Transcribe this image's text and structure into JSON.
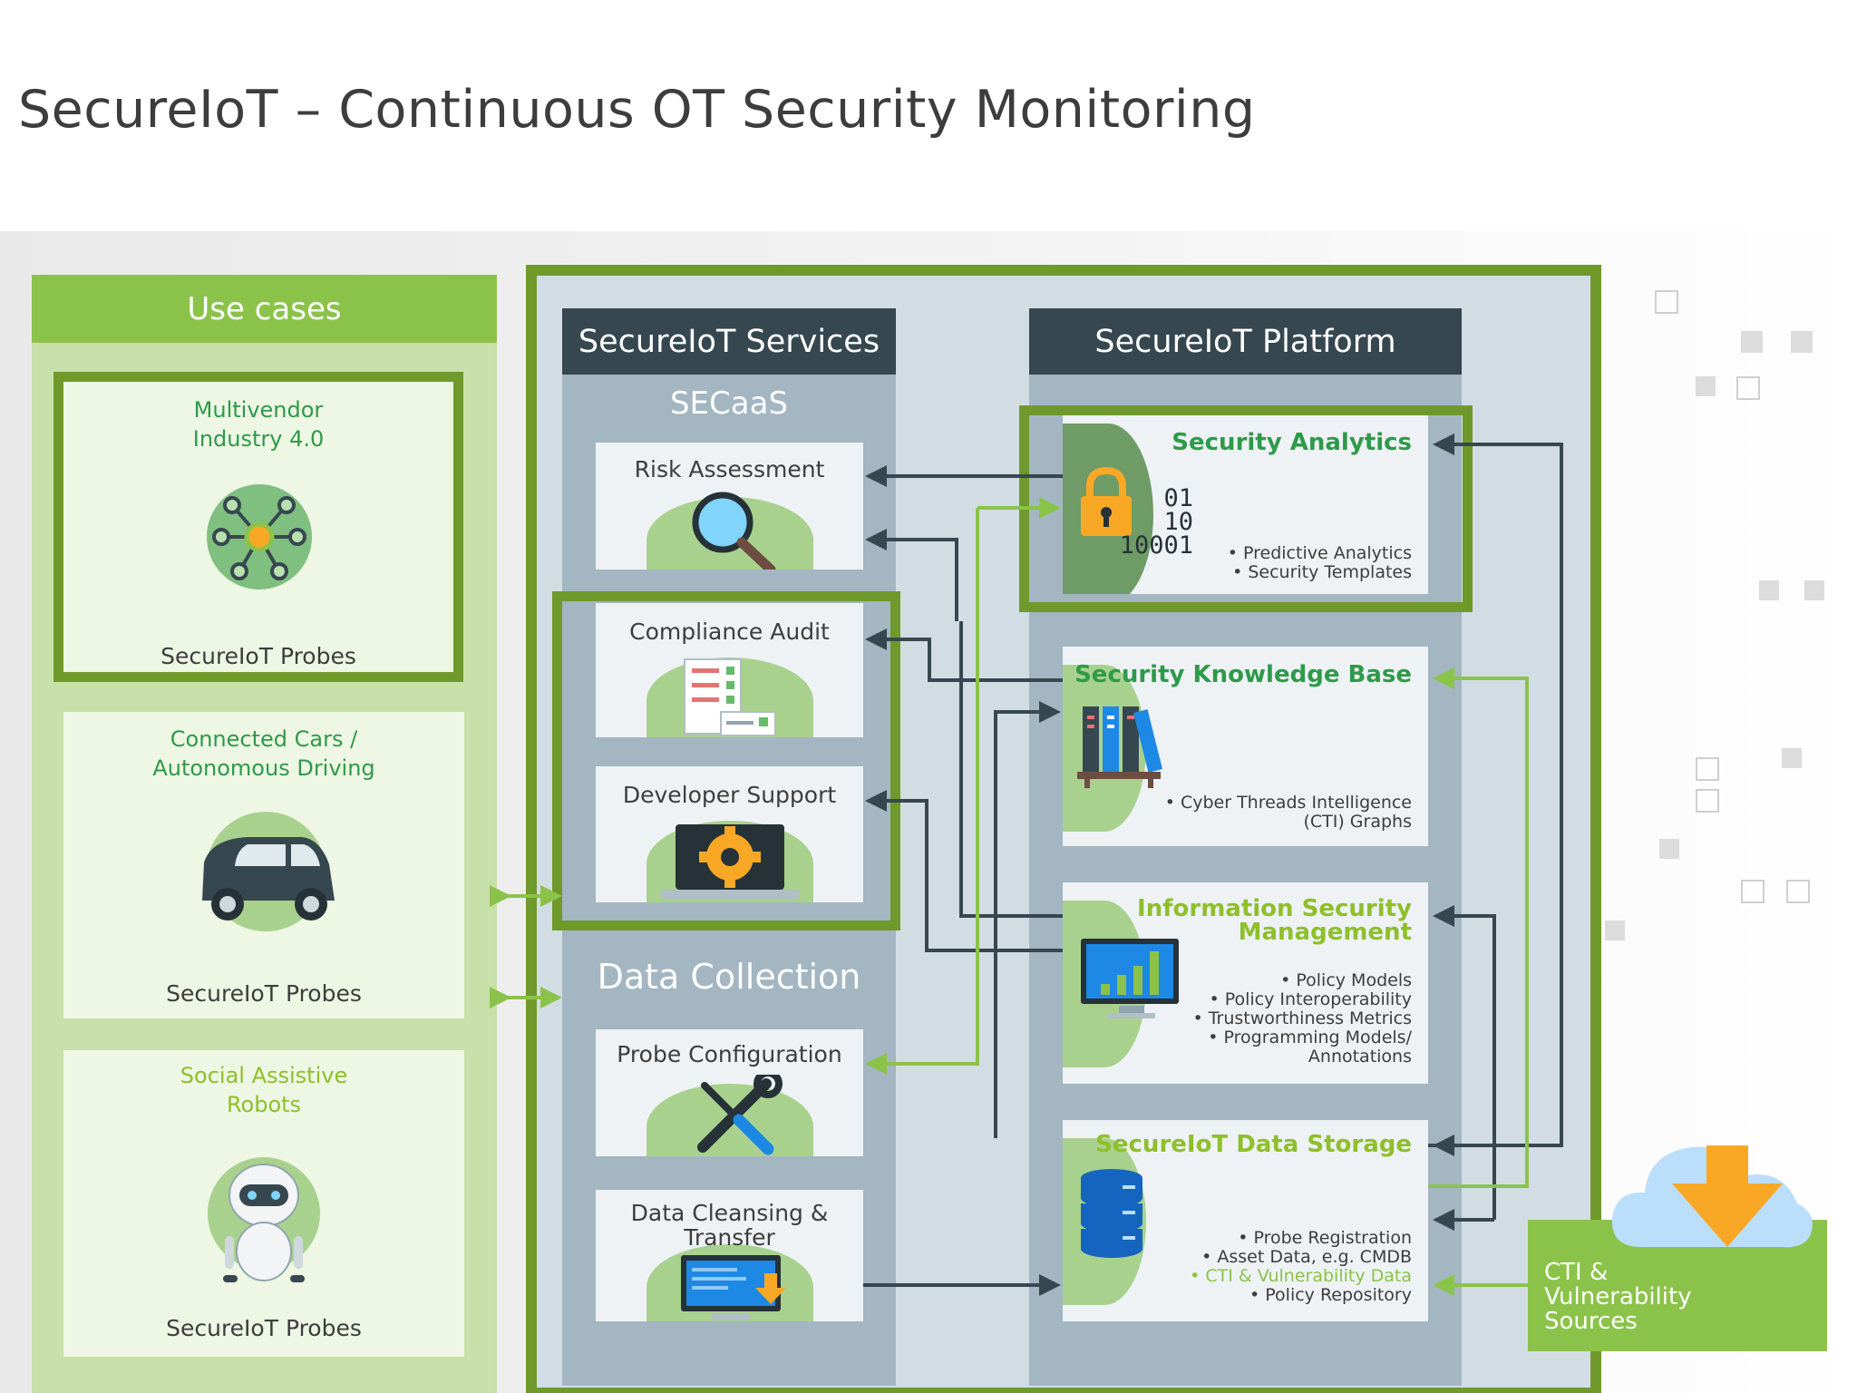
{
  "title": "SecureIoT – Continuous OT Security Monitoring",
  "use_cases": {
    "header": "Use cases",
    "items": [
      {
        "label_lines": [
          "Multivendor",
          "Industry 4.0"
        ],
        "probe": "SecureIoT Probes"
      },
      {
        "label_lines": [
          "Connected Cars /",
          "Autonomous Driving"
        ],
        "probe": "SecureIoT Probes"
      },
      {
        "label_lines": [
          "Social Assistive",
          "Robots"
        ],
        "probe": "SecureIoT Probes"
      }
    ]
  },
  "services": {
    "header": "SecureIoT Services",
    "secaas": "SECaaS",
    "items": [
      "Risk Assessment",
      "Compliance Audit",
      "Developer Support"
    ],
    "data_collection": {
      "header": "Data Collection",
      "items": [
        "Probe  Configuration",
        "Data Cleansing &",
        "Transfer"
      ]
    }
  },
  "platform": {
    "header": "SecureIoT Platform",
    "modules": [
      {
        "title_lines": [
          "Security Analytics"
        ],
        "bullets": [
          "• Predictive Analytics",
          "• Security Templates"
        ]
      },
      {
        "title_lines": [
          "Security Knowledge Base"
        ],
        "bullets": [
          "• Cyber Threads Intelligence",
          "(CTI) Graphs"
        ]
      },
      {
        "title_lines": [
          "Information Security",
          "Management"
        ],
        "bullets": [
          "• Policy Models",
          "• Policy Interoperability",
          "• Trustworthiness Metrics",
          "• Programming Models/",
          "Annotations"
        ]
      },
      {
        "title_lines": [
          "SecureIoT Data Storage"
        ],
        "bullets": [
          "• Probe Registration",
          "• Asset Data, e.g. CMDB",
          "• CTI & Vulnerability Data",
          "• Policy Repository"
        ]
      }
    ],
    "binary": [
      "01",
      "10",
      "10001"
    ]
  },
  "cti_sources": [
    "CTI &",
    "Vulnerability",
    "Sources"
  ],
  "colors": {
    "accent_green": "#8bc34a",
    "dark_green_border": "#6f9a2b",
    "dark_slate": "#37474f",
    "text_green": "#2e9a4a",
    "text_olive": "#8fbf2a",
    "orange": "#f9a825"
  }
}
